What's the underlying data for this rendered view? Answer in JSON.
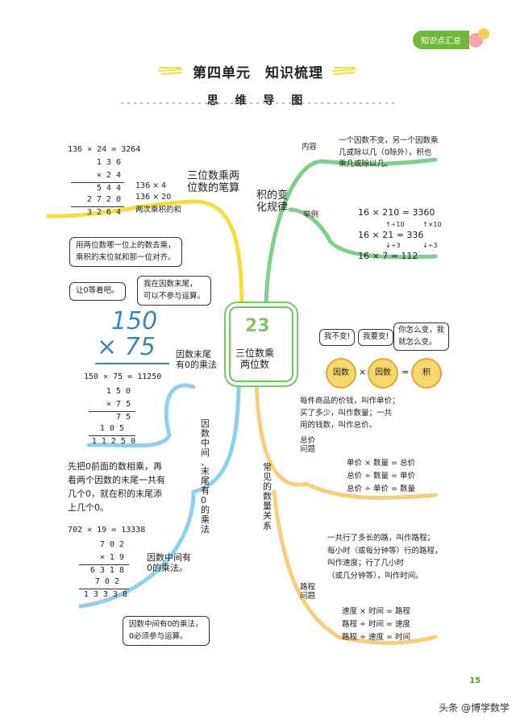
{
  "corner_tag": "知识点汇总",
  "title": "第四单元　知识梳理",
  "subtitle": "思 维 导 图",
  "center": "三位数乘\n两位数",
  "center_graphic": "23",
  "topics": {
    "bishu": "三位数乘两\n位数的笔算",
    "guilv": "积的变\n化规律",
    "weiling": "因数末尾\n有0的乘法",
    "zhongjian_ling": "因\n数\n中\n间\n、\n末\n尾\n有\n0\n的\n乘\n法",
    "zhongjian": "因数中间有\n0的乘法。",
    "shuliang": "常\n见\n的\n数\n量\n关\n系"
  },
  "calc1": {
    "header": "136 × 24 = 3264",
    "rows": [
      "1 3 6",
      "× 2 4",
      "5 4 4",
      "2 7 2 0",
      "3 2 6 4"
    ],
    "notes": [
      "136 × 4",
      "136 × 20",
      "两次乘积的和"
    ]
  },
  "bubble1": "用两位数哪一位上的数去乘，\n乘积的末位就和那一位对齐。",
  "bubble_zero": "让0等着吧。",
  "bubble_tail": "我在因数末尾，\n可以不参与运算。",
  "big_calc": [
    "150",
    "× 75"
  ],
  "calc2": {
    "header": "150 × 75 = 11250",
    "rows": [
      "1 5 0",
      "× 7 5",
      "7 5",
      "1 0 5",
      "1 1 2 5 0"
    ]
  },
  "note_tail": "先把0前面的数相乘，再\n看两个因数的末尾一共有\n几个0，就在积的末尾添\n上几个0。",
  "calc3": {
    "header": "702 × 19 = 13338",
    "rows": [
      "7 0 2",
      "× 1 9",
      "6 3 1 8",
      "7 0 2",
      "1 3 3 3 8"
    ]
  },
  "bubble_middle": "因数中间有0的乘法，\n0必须参与运算。",
  "neirong_label": "内容",
  "neirong_text": "一个因数不变，另一个因数乘\n几或除以几（0除外），积也\n乘几或除以几。",
  "juli_label": "举例",
  "examples": [
    "16 × 210 = 3360",
    "16 × 21 = 336",
    "16 × 7 = 112"
  ],
  "arrows": [
    "↑÷10",
    "↑×10",
    "↓÷3",
    "↓÷3"
  ],
  "speech": [
    "我不变!",
    "我要变!",
    "你怎么变，我\n就怎么变。"
  ],
  "suns": [
    "因数",
    "因数",
    "积"
  ],
  "ops": [
    "×",
    "="
  ],
  "price_def": "每件商品的价钱，叫作单价；\n买了多少，叫作数量；一共\n用的钱数，叫作总价。",
  "zongjia_label": "总价\n问题",
  "zongjia_formulas": [
    "单价 × 数量 = 总价",
    "总价 ÷ 数量 = 单价",
    "总价 ÷ 单价 = 数量"
  ],
  "route_def": "一共行了多长的路，叫作路程；\n每小时（或每分钟等）行的路程，\n叫作速度；行了几小时\n（或几分钟等），叫作时间。",
  "luchen_label": "路程\n问题",
  "route_formulas": [
    "速度 × 时间 = 路程",
    "路程 ÷ 时间 = 速度",
    "路程 ÷ 速度 = 时间"
  ],
  "page_number": "15",
  "watermark": "头条 @博学数学"
}
